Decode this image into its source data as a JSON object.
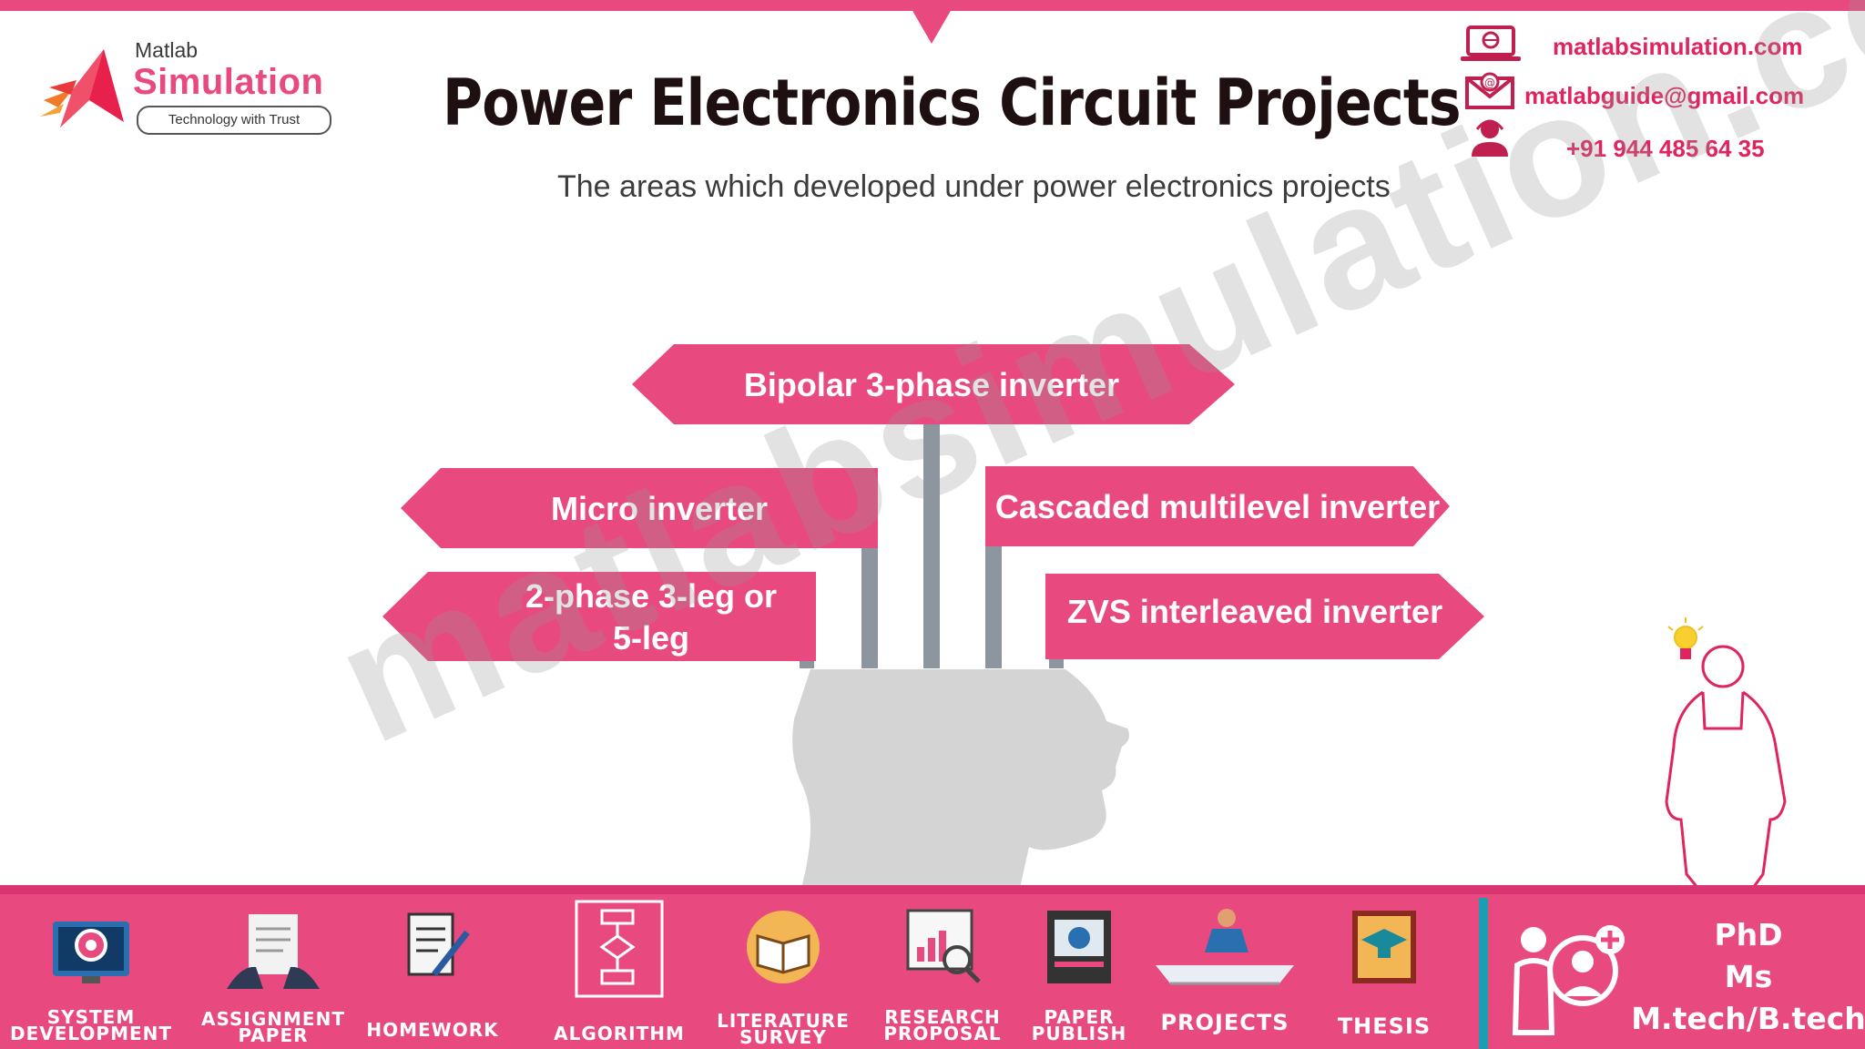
{
  "colors": {
    "accent": "#e84a7f",
    "head": "#d4d4d4",
    "pole": "#8d959e",
    "watermark": "#cfcfcf"
  },
  "logo": {
    "small": "Matlab",
    "big": "Simulation",
    "tagline": "Technology with Trust"
  },
  "title": "Power Electronics Circuit Projects",
  "subtitle": "The areas which developed under power electronics projects",
  "contact": {
    "website": "matlabsimulation.com",
    "email": "matlabguide@gmail.com",
    "phone": "+91 944 485 64 35",
    "icons": [
      "computer-icon",
      "mail-icon",
      "operator-icon"
    ]
  },
  "signs": [
    {
      "label": "Bipolar 3-phase inverter",
      "direction": "both"
    },
    {
      "label": "Micro inverter",
      "direction": "left"
    },
    {
      "label": "Cascaded multilevel inverter",
      "direction": "right"
    },
    {
      "label": "2-phase 3-leg or 5-leg",
      "direction": "left"
    },
    {
      "label": "ZVS interleaved inverter",
      "direction": "right"
    }
  ],
  "watermark": "matlabsimulation.com",
  "services": [
    {
      "label_1": "SYSTEM",
      "label_2": "DEVELOPMENT",
      "icon": "monitor-gear-icon"
    },
    {
      "label_1": "ASSIGNMENT",
      "label_2": "PAPER",
      "icon": "assignment-icon"
    },
    {
      "label_1": "HOMEWORK",
      "label_2": "",
      "icon": "homework-icon"
    },
    {
      "label_1": "ALGORITHM",
      "label_2": "",
      "icon": "flowchart-icon"
    },
    {
      "label_1": "LITERATURE",
      "label_2": "SURVEY",
      "icon": "book-icon"
    },
    {
      "label_1": "RESEARCH",
      "label_2": "PROPOSAL",
      "icon": "research-icon"
    },
    {
      "label_1": "PAPER",
      "label_2": "PUBLISH",
      "icon": "publish-icon"
    },
    {
      "label_1": "PROJECTS",
      "label_2": "",
      "icon": "projects-icon"
    },
    {
      "label_1": "THESIS",
      "label_2": "",
      "icon": "thesis-icon"
    }
  ],
  "degrees": [
    "PhD",
    "Ms",
    "M.tech/B.tech"
  ]
}
